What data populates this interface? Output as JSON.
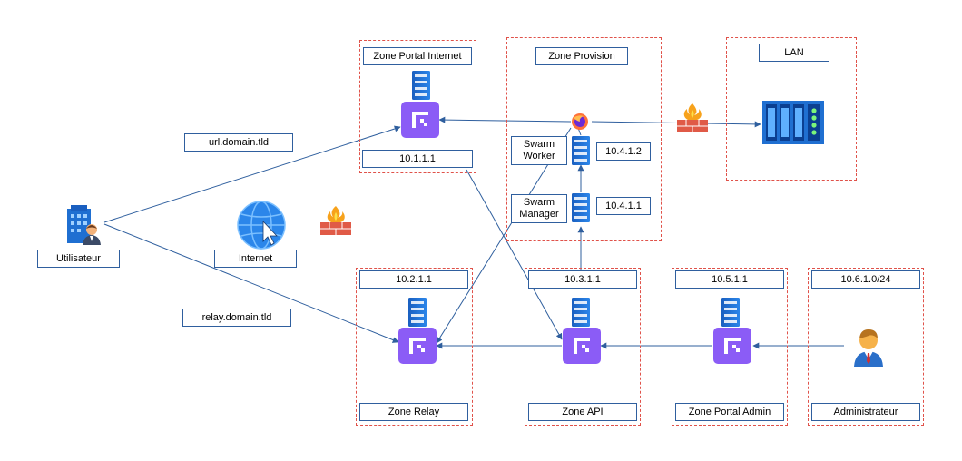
{
  "zones": {
    "portal_internet": "Zone Portal Internet",
    "provision": "Zone Provision",
    "lan": "LAN",
    "relay": "Zone Relay",
    "api": "Zone API",
    "portal_admin": "Zone Portal Admin",
    "administrateur": "Administrateur"
  },
  "ips": {
    "portal_internet": "10.1.1.1",
    "swarm_worker": "10.4.1.2",
    "swarm_manager": "10.4.1.1",
    "relay": "10.2.1.1",
    "api": "10.3.1.1",
    "portal_admin": "10.5.1.1",
    "admin_net": "10.6.1.0/24"
  },
  "swarm": {
    "worker_line1": "Swarm",
    "worker_line2": "Worker",
    "manager_line1": "Swarm",
    "manager_line2": "Manager"
  },
  "edges": {
    "url": "url.domain.tld",
    "relay": "relay.domain.tld"
  },
  "actors": {
    "utilisateur": "Utilisateur",
    "internet": "Internet"
  },
  "icons": {
    "server": "server-icon",
    "app": "authentik-app-icon",
    "firewall": "firewall-icon",
    "browser": "firefox-icon",
    "lan_rack": "rack-icon",
    "user": "user-building-icon",
    "globe": "globe-icon",
    "admin": "admin-person-icon"
  },
  "colors": {
    "zone_border": "#e0524a",
    "label_border": "#2f5f9e",
    "edge": "#2f5f9e",
    "app_tile": "#8b5cf6",
    "server": "#1f6fd1"
  }
}
